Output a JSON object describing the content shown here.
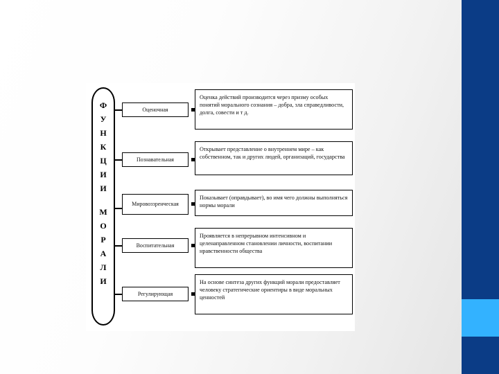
{
  "slide": {
    "theme": {
      "background_light": "#ffffff",
      "background_shade": "#e2e2e2",
      "band_dark_blue": "#0b3c86",
      "accent_light_blue": "#33b2ff",
      "panel_white": "#ffffff",
      "line_black": "#000000"
    }
  },
  "diagram": {
    "title_vertical_top": "ФУНКЦИИ",
    "title_vertical_bottom": "МОРАЛИ",
    "title_letters_top": [
      "Ф",
      "У",
      "Н",
      "К",
      "Ц",
      "И",
      "И"
    ],
    "title_letters_bottom": [
      "М",
      "О",
      "Р",
      "А",
      "Л",
      "И"
    ],
    "rows": [
      {
        "function_label": "Оценочная",
        "description": "Оценка действий производится через призму особых понятий морального сознания – добра, зла  справедливости, долга, совести и т д."
      },
      {
        "function_label": "Познавательная",
        "description": "Открывает представление о внутреннем мире – как собственном, так и других людей, организаций, государства"
      },
      {
        "function_label": "Мировоззренческая",
        "description": "Показывает (оправдывает), во имя чего должны выполняться нормы морали"
      },
      {
        "function_label": "Воспитательная",
        "description": "Проявляется в непрерывном интенсивном и целенаправленном становлении личности, воспитании нравственности общества"
      },
      {
        "function_label": "Регулирующая",
        "description": "На основе синтеза других  функций морали предоставляет человеку стратегические ориентиры в виде моральных ценностей"
      }
    ]
  }
}
